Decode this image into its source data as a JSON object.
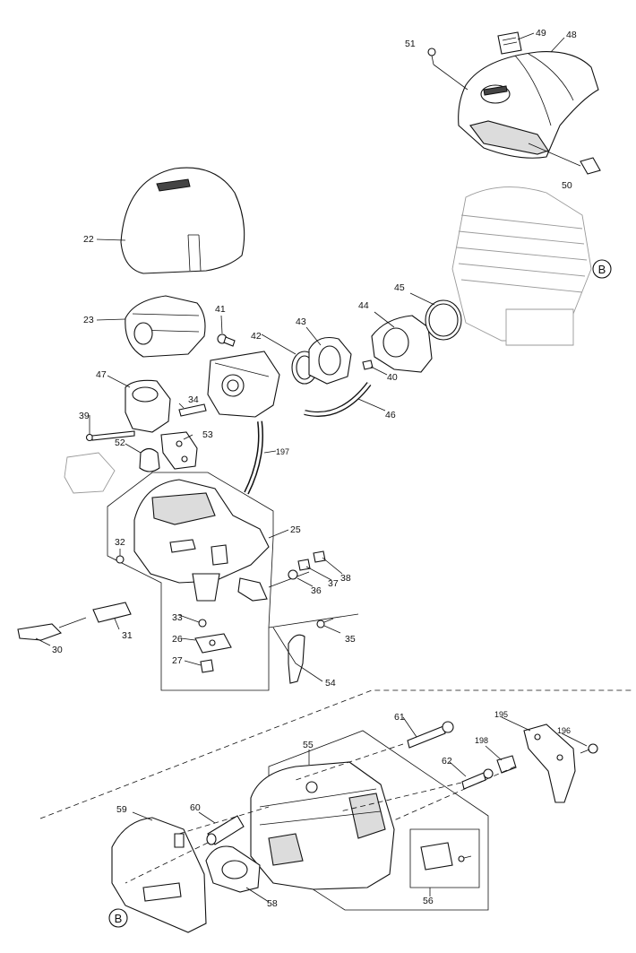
{
  "callouts": {
    "p22": "22",
    "p23": "23",
    "p25": "25",
    "p26": "26",
    "p27": "27",
    "p30": "30",
    "p31": "31",
    "p32": "32",
    "p33": "33",
    "p34": "34",
    "p35": "35",
    "p36": "36",
    "p37": "37",
    "p38": "38",
    "p39": "39",
    "p40": "40",
    "p41": "41",
    "p42": "42",
    "p43": "43",
    "p44": "44",
    "p45": "45",
    "p46": "46",
    "p47": "47",
    "p48": "48",
    "p49": "49",
    "p50": "50",
    "p51": "51",
    "p52": "52",
    "p53": "53",
    "p54": "54",
    "p55": "55",
    "p56": "56",
    "p58": "58",
    "p59": "59",
    "p60": "60",
    "p61": "61",
    "p62": "62",
    "p195": "195",
    "p196": "196",
    "p197": "197",
    "p198": "198"
  },
  "markers": {
    "b_top": "B",
    "b_bottom": "B"
  }
}
